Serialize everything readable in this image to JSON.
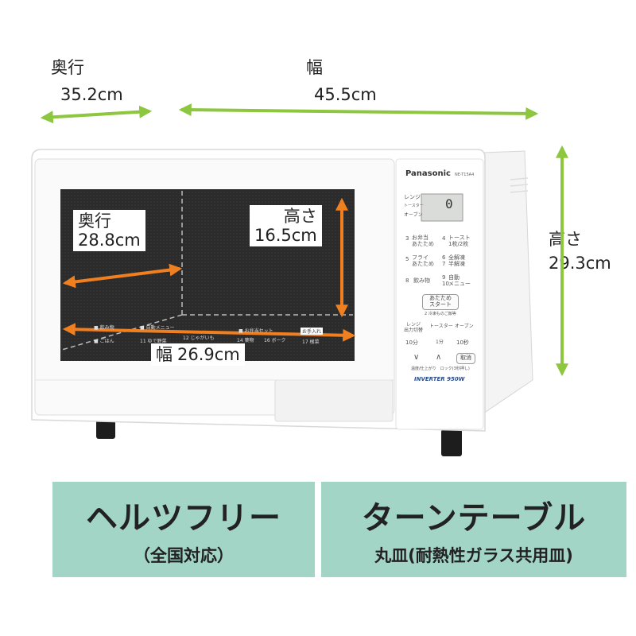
{
  "dimensions": {
    "depth_outer": {
      "label": "奥行",
      "value": "35.2cm"
    },
    "width_outer": {
      "label": "幅",
      "value": "45.5cm"
    },
    "height_outer": {
      "label": "高さ",
      "value": "29.3cm"
    },
    "depth_inner": {
      "label": "奥行",
      "value": "28.8cm"
    },
    "height_inner": {
      "label": "高さ",
      "value": "16.5cm"
    },
    "width_inner": {
      "label": "幅",
      "value": "26.9cm"
    }
  },
  "oven": {
    "brand": "Panasonic",
    "model": "NE-T15A4",
    "display_value": "0",
    "modes": [
      "レンジ",
      "トースター",
      "オーブン"
    ],
    "menu_buttons": [
      {
        "num": "3",
        "label": "お弁当\nあたため"
      },
      {
        "num": "4",
        "label": "トースト\n1枚/2枚"
      },
      {
        "num": "5",
        "label": "フライ\nあたため"
      },
      {
        "num": "6\n7",
        "label": "全解凍\n半解凍"
      },
      {
        "num": "8",
        "label": "飲み物"
      },
      {
        "num": "9\n10",
        "label": "自動\nメニュー"
      }
    ],
    "start_button": "あたため\nスタート",
    "start_note": "2 冷凍ものご飯等",
    "mode_buttons": [
      "レンジ\n出力切替",
      "トースター",
      "オーブン"
    ],
    "time_buttons": [
      "10分",
      "1分",
      "10秒"
    ],
    "arrow_down": "∨",
    "arrow_up": "∧",
    "cancel_button": "取消",
    "lock_note": "温度/仕上がり　ロック(3秒押し)",
    "inverter_badge": "INVERTER 950W",
    "window_labels": [
      "■ 飲み物",
      "■ 自動メニュー",
      "■ お弁当セット",
      "お手入れ",
      "11 ゆで野菜",
      "12 じゃがいも",
      "14 葉物",
      "16 ボーク",
      "17 根菜",
      "■ ごはん"
    ]
  },
  "features": [
    {
      "title": "ヘルツフリー",
      "subtitle": "（全国対応）"
    },
    {
      "title": "ターンテーブル",
      "subtitle": "丸皿(耐熱性ガラス共用皿)"
    }
  ],
  "colors": {
    "green_arrow": "#8dc63f",
    "orange_arrow": "#f07f1f",
    "panel_bg": "#a3d5c7",
    "window_bg": "#2a2a2a",
    "body": "#ffffff"
  }
}
